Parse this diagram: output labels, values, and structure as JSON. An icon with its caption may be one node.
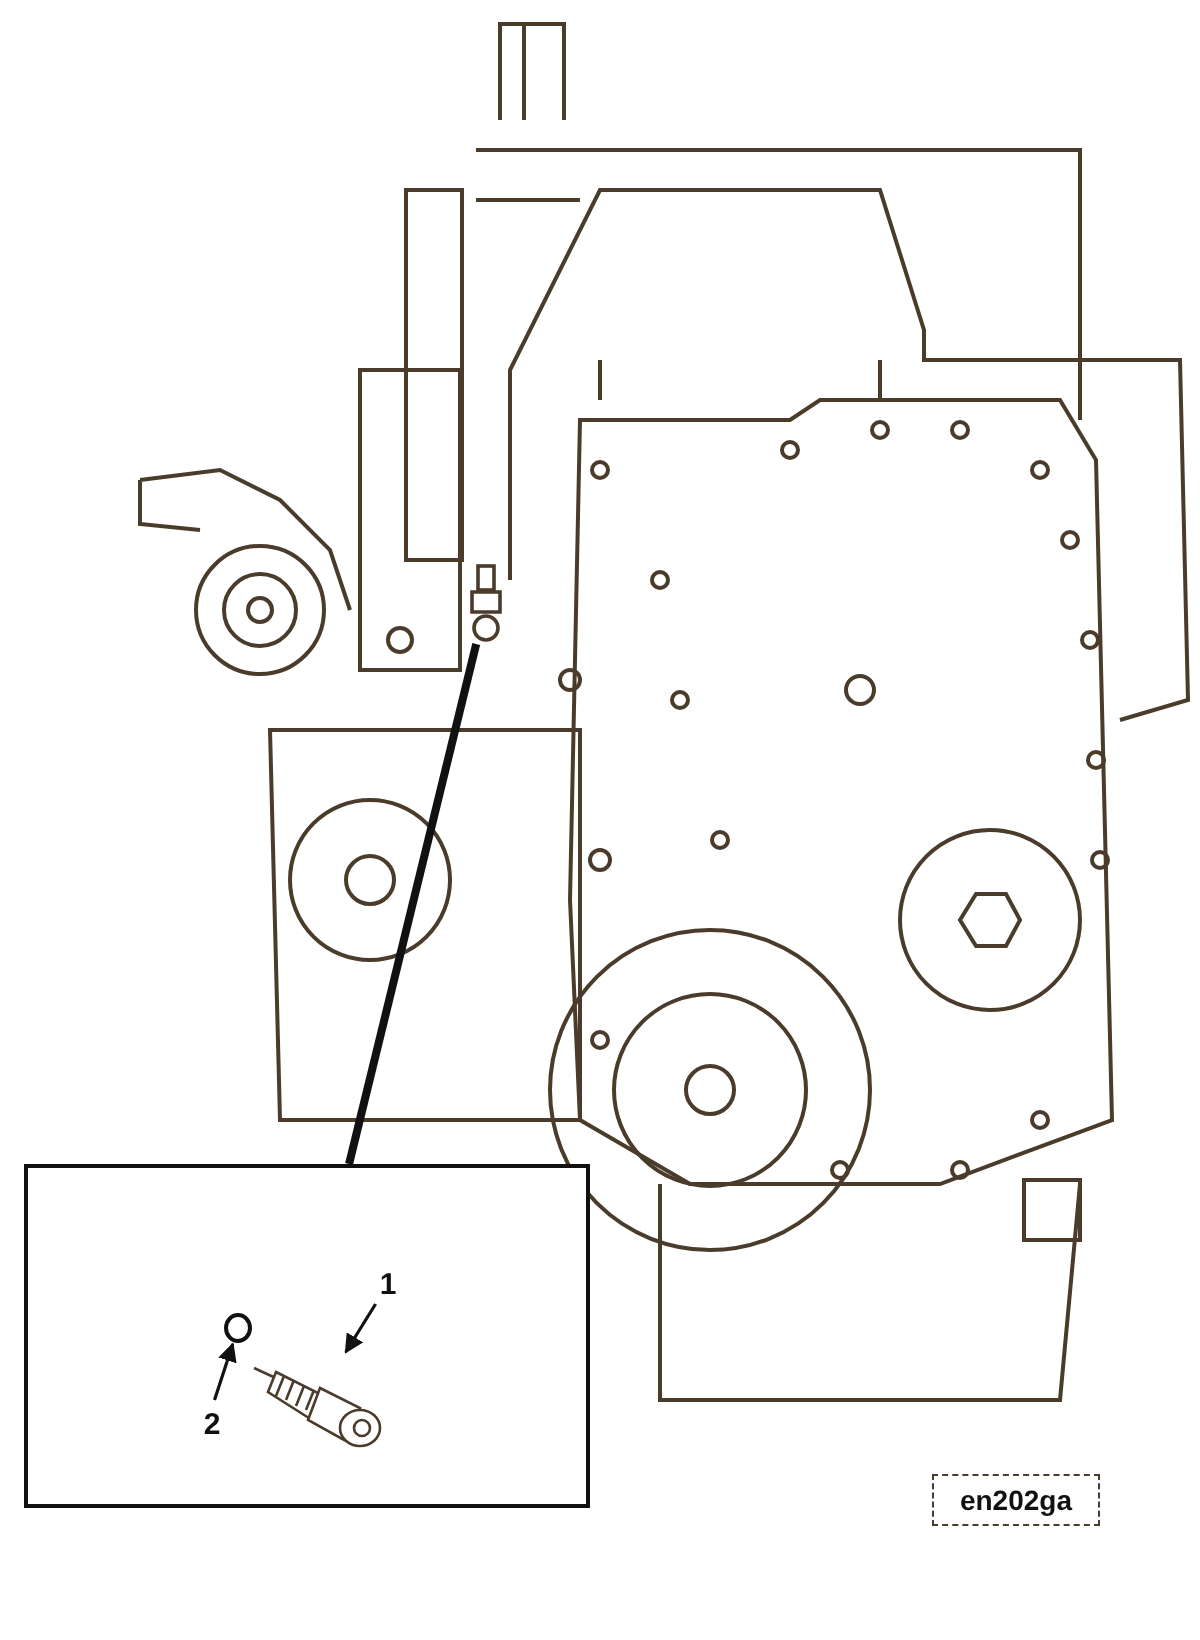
{
  "diagram": {
    "nodes": [
      {
        "text": [],
        "shape": "picture"
      },
      {
        "text": [],
        "shape": "picture",
        "in": 0
      },
      {
        "text": [],
        "shape": "box"
      },
      {
        "text": [
          "1"
        ]
      },
      {
        "text": [],
        "shape": "picture",
        "in": 2
      },
      {
        "text": [
          "2"
        ],
        "in": 2
      },
      {
        "text": [],
        "shape": "circle"
      },
      {
        "text": [
          "en202ga"
        ]
      }
    ],
    "edges": [
      {
        "from": 2,
        "to": 1,
        "arrow": "none",
        "style": "thick"
      },
      {
        "from": 3,
        "to": 4,
        "arrow": "to"
      },
      {
        "from": 5,
        "to": 6,
        "arrow": "to"
      }
    ]
  }
}
